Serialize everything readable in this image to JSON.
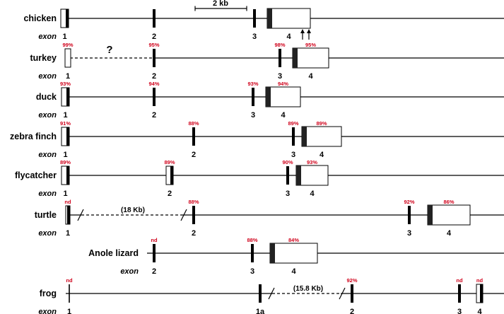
{
  "scale_bar": {
    "label": "2 kb"
  },
  "colors": {
    "line": "#000000",
    "percent": "#d0021b",
    "box_fill": "#ffffff"
  },
  "tracks": [
    {
      "species": "chicken",
      "exon_word": "exon",
      "exons": [
        {
          "kind": "box_mark",
          "label": "1",
          "pct": ""
        },
        {
          "kind": "bar",
          "label": "2",
          "pct": ""
        },
        {
          "kind": "bar",
          "label": "3",
          "pct": ""
        },
        {
          "kind": "big_box",
          "label": "4",
          "pct": ""
        }
      ],
      "arrows": 2
    },
    {
      "species": "turkey",
      "exon_word": "exon",
      "question": "?",
      "exons": [
        {
          "kind": "empty_box",
          "label": "1",
          "pct": "99%"
        },
        {
          "kind": "bar",
          "label": "2",
          "pct": "95%"
        },
        {
          "kind": "bar",
          "label": "3",
          "pct": "98%"
        },
        {
          "kind": "big_box",
          "label": "4",
          "pct": "95%"
        }
      ]
    },
    {
      "species": "duck",
      "exon_word": "exon",
      "exons": [
        {
          "kind": "box_mark",
          "label": "1",
          "pct": "93%"
        },
        {
          "kind": "bar",
          "label": "2",
          "pct": "94%"
        },
        {
          "kind": "bar",
          "label": "3",
          "pct": "93%"
        },
        {
          "kind": "big_box",
          "label": "4",
          "pct": "94%"
        }
      ]
    },
    {
      "species": "zebra finch",
      "exon_word": "exon",
      "exons": [
        {
          "kind": "box_mark",
          "label": "1",
          "pct": "91%"
        },
        {
          "kind": "bar",
          "label": "2",
          "pct": "88%"
        },
        {
          "kind": "bar",
          "label": "3",
          "pct": "89%"
        },
        {
          "kind": "big_box",
          "label": "4",
          "pct": "89%"
        }
      ]
    },
    {
      "species": "flycatcher",
      "exon_word": "exon",
      "exons": [
        {
          "kind": "box_mark",
          "label": "1",
          "pct": "89%"
        },
        {
          "kind": "box_mark",
          "label": "2",
          "pct": "89%"
        },
        {
          "kind": "bar",
          "label": "3",
          "pct": "90%"
        },
        {
          "kind": "big_box",
          "label": "4",
          "pct": "93%"
        }
      ]
    },
    {
      "species": "turtle",
      "exon_word": "exon",
      "gap_note": "(18 Kb)",
      "exons": [
        {
          "kind": "box_mark",
          "label": "1",
          "pct": "nd"
        },
        {
          "kind": "bar",
          "label": "2",
          "pct": "88%"
        },
        {
          "kind": "bar",
          "label": "3",
          "pct": "92%"
        },
        {
          "kind": "big_box",
          "label": "4",
          "pct": "86%"
        }
      ]
    },
    {
      "species": "Anole lizard",
      "exon_word": "exon",
      "exons": [
        {
          "kind": "bar",
          "label": "2",
          "pct": "nd"
        },
        {
          "kind": "bar",
          "label": "3",
          "pct": "88%"
        },
        {
          "kind": "big_box",
          "label": "4",
          "pct": "84%"
        }
      ]
    },
    {
      "species": "frog",
      "exon_word": "exon",
      "gap_note": "(15.8 Kb)",
      "exons": [
        {
          "kind": "thin",
          "label": "1",
          "pct": "nd"
        },
        {
          "kind": "bar",
          "label": "1a",
          "pct": ""
        },
        {
          "kind": "bar",
          "label": "2",
          "pct": "92%"
        },
        {
          "kind": "bar",
          "label": "3",
          "pct": "nd"
        },
        {
          "kind": "box_mark",
          "label": "4",
          "pct": "nd"
        }
      ]
    }
  ]
}
